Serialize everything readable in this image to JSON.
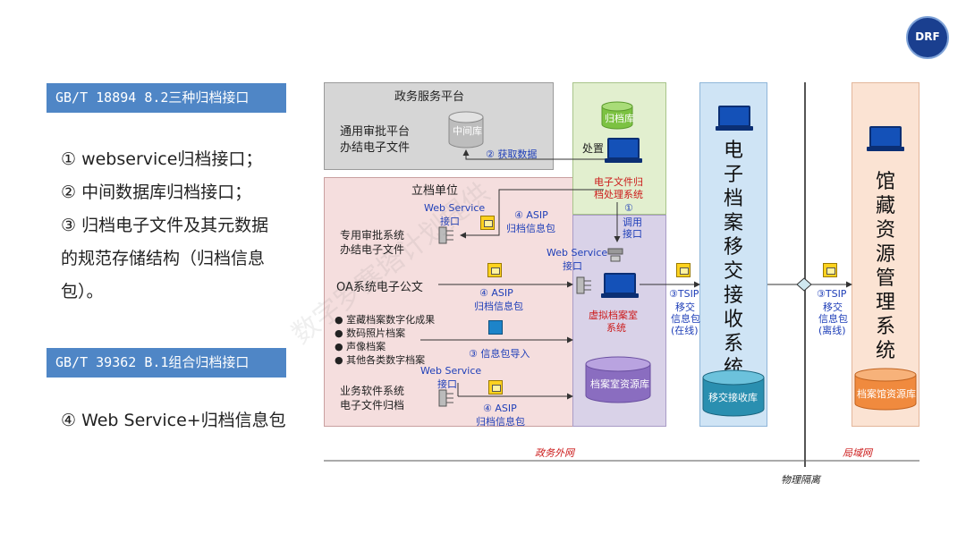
{
  "left_panel": {
    "tag1": "GB/T 18894 8.2三种归档接口",
    "items1": [
      "① webservice归档接口；",
      "② 中间数据库归档接口；",
      "③ 归档电子文件及其元数据",
      "的规范存储结构（归档信息",
      "包）。"
    ],
    "tag2": "GB/T 39362 B.1组合归档接口",
    "items2": [
      "④ Web Service+归档信息包"
    ]
  },
  "logo": {
    "text": "DRF"
  },
  "diagram": {
    "gov_platform": {
      "title": "政务服务平台",
      "line1": "通用审批平台",
      "line2": "办结电子文件",
      "db": "中间库",
      "fetch": "② 获取数据"
    },
    "unit": {
      "title": "立档单位",
      "ws_top_1": "Web Service",
      "ws_top_2": "接口",
      "asip_top_1": "④ ASIP",
      "asip_top_2": "归档信息包",
      "special_1": "专用审批系统",
      "special_2": "办结电子文件",
      "oa": "OA系统电子公文",
      "asip_mid_1": "④ ASIP",
      "asip_mid_2": "归档信息包",
      "list": [
        "室藏档案数字化成果",
        "数码照片档案",
        "声像档案",
        "其他各类数字档案"
      ],
      "import": "③ 信息包导入",
      "ws_bot_1": "Web Service",
      "ws_bot_2": "接口",
      "biz_1": "业务软件系统",
      "biz_2": "电子文件归档",
      "asip_bot_1": "④ ASIP",
      "asip_bot_2": "归档信息包"
    },
    "green": {
      "db": "归档库",
      "handle": "处置",
      "sys_1": "电子文件归",
      "sys_2": "档处理系统",
      "call_1": "①",
      "call_2": "调用",
      "call_3": "接口"
    },
    "purple": {
      "ws_1": "Web Service",
      "ws_2": "接口",
      "sys_1": "虚拟档案室",
      "sys_2": "系统",
      "db": "档案室资源库"
    },
    "tsip_online": [
      "③TSIP",
      "移交",
      "信息包",
      "(在线)"
    ],
    "transfer": {
      "chars": [
        "电",
        "子",
        "档",
        "案",
        "移",
        "交",
        "接",
        "收",
        "系",
        "统"
      ],
      "db": "移交接收库"
    },
    "tsip_offline": [
      "③TSIP",
      "移交",
      "信息包",
      "(离线)"
    ],
    "archive": {
      "chars": [
        "馆",
        "藏",
        "资",
        "源",
        "管",
        "理",
        "系",
        "统"
      ],
      "db": "档案馆资源库"
    },
    "bottom": {
      "extranet": "政务外网",
      "isolation": "物理隔离",
      "lan": "局域网"
    }
  },
  "watermark": "数字罗塞塔计划提供"
}
